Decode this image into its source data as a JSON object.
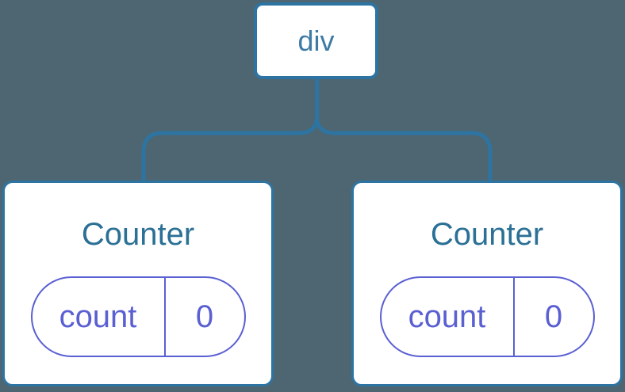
{
  "tree": {
    "root": {
      "label": "div"
    },
    "children": [
      {
        "title": "Counter",
        "state": {
          "key": "count",
          "value": "0"
        }
      },
      {
        "title": "Counter",
        "state": {
          "key": "count",
          "value": "0"
        }
      }
    ]
  },
  "colors": {
    "background": "#4d6671",
    "node-border": "#2e74a2",
    "connector": "#2e74a2",
    "root-label": "#3d7ba6",
    "component-title": "#2b7095",
    "state-accent": "#5a5fd2",
    "node-fill": "#ffffff"
  }
}
